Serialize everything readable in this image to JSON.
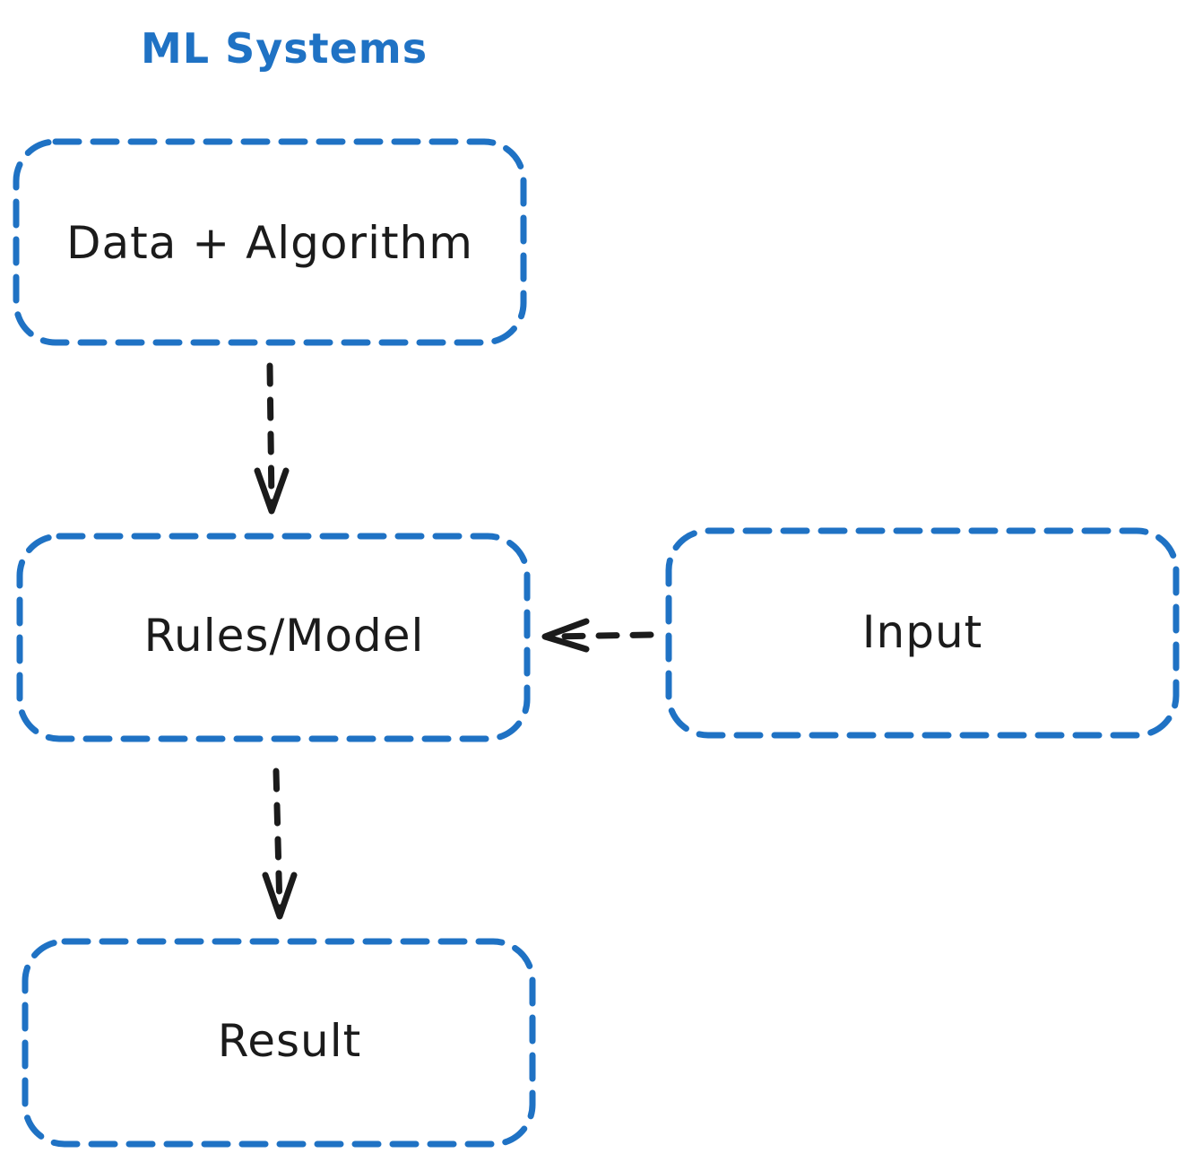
{
  "diagram": {
    "title": "ML Systems",
    "colors": {
      "box_border": "#1f72c4",
      "title_text": "#1f72c4",
      "arrow": "#1b1b1b",
      "label_text": "#1b1b1b",
      "background": "#ffffff"
    },
    "nodes": {
      "data_algorithm": {
        "label": "Data + Algorithm"
      },
      "rules_model": {
        "label": "Rules/Model"
      },
      "input": {
        "label": "Input"
      },
      "result": {
        "label": "Result"
      }
    },
    "edges": [
      {
        "from": "Data + Algorithm",
        "to": "Rules/Model",
        "style": "dashed"
      },
      {
        "from": "Input",
        "to": "Rules/Model",
        "style": "dashed"
      },
      {
        "from": "Rules/Model",
        "to": "Result",
        "style": "dashed"
      }
    ]
  }
}
